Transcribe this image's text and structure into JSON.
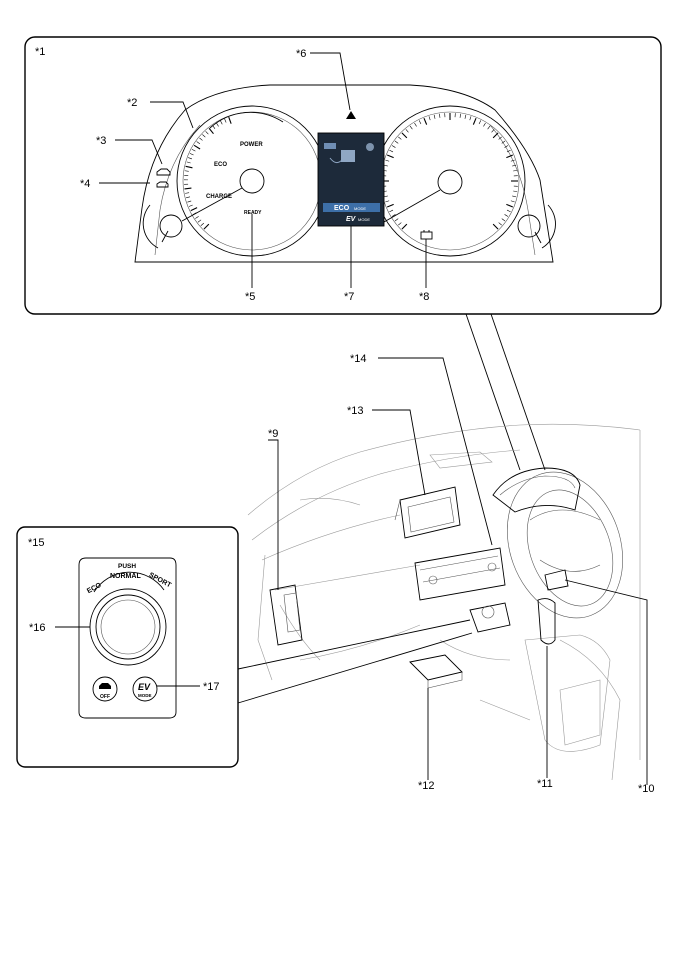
{
  "callouts": {
    "c1": "*1",
    "c2": "*2",
    "c3": "*3",
    "c4": "*4",
    "c5": "*5",
    "c6": "*6",
    "c7": "*7",
    "c8": "*8",
    "c9": "*9",
    "c10": "*10",
    "c11": "*11",
    "c12": "*12",
    "c13": "*13",
    "c14": "*14",
    "c15": "*15",
    "c16": "*16",
    "c17": "*17"
  },
  "meter": {
    "power": "POWER",
    "eco": "ECO",
    "charge": "CHARGE",
    "ready": "READY",
    "display_eco": "ECO",
    "display_mode": "MODE",
    "display_ev": "EV",
    "display_ev_mode": "MODE"
  },
  "switch_panel": {
    "push": "PUSH",
    "normal": "NORMAL",
    "eco": "ECO",
    "sport": "SPORT",
    "off": "OFF",
    "ev": "EV",
    "ev_mode": "MODE"
  },
  "colors": {
    "line": "#000000",
    "display_bg": "#1d2a3a",
    "display_accent": "#3d6fa8"
  }
}
